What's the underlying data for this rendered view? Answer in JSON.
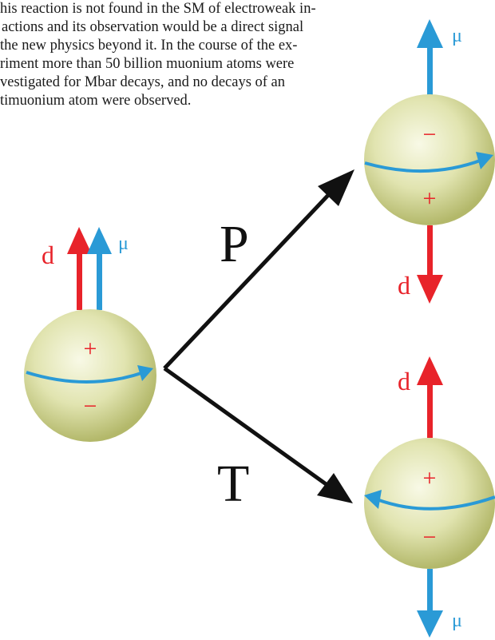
{
  "paragraph": {
    "lines": [
      "his reaction is not found in the SM of electroweak in-",
      "actions and its observation would be a direct signal",
      "the new physics beyond it. In the course of the ex-",
      "riment more than 50 billion muonium atoms were",
      "vestigated for Mbar decays, and no decays of an",
      "timuonium atom were observed."
    ]
  },
  "diagram": {
    "operators": {
      "parity": "P",
      "time_reversal": "T"
    },
    "labels": {
      "dipole": "d",
      "moment": "μ",
      "plus": "+",
      "minus": "−"
    }
  },
  "colors": {
    "dipole_arrow": "#e8232a",
    "moment_arrow": "#2a9ad6",
    "sphere_light": "#f4f6dc",
    "sphere_dark": "#b7bc6e",
    "arrow_black": "#111111"
  }
}
